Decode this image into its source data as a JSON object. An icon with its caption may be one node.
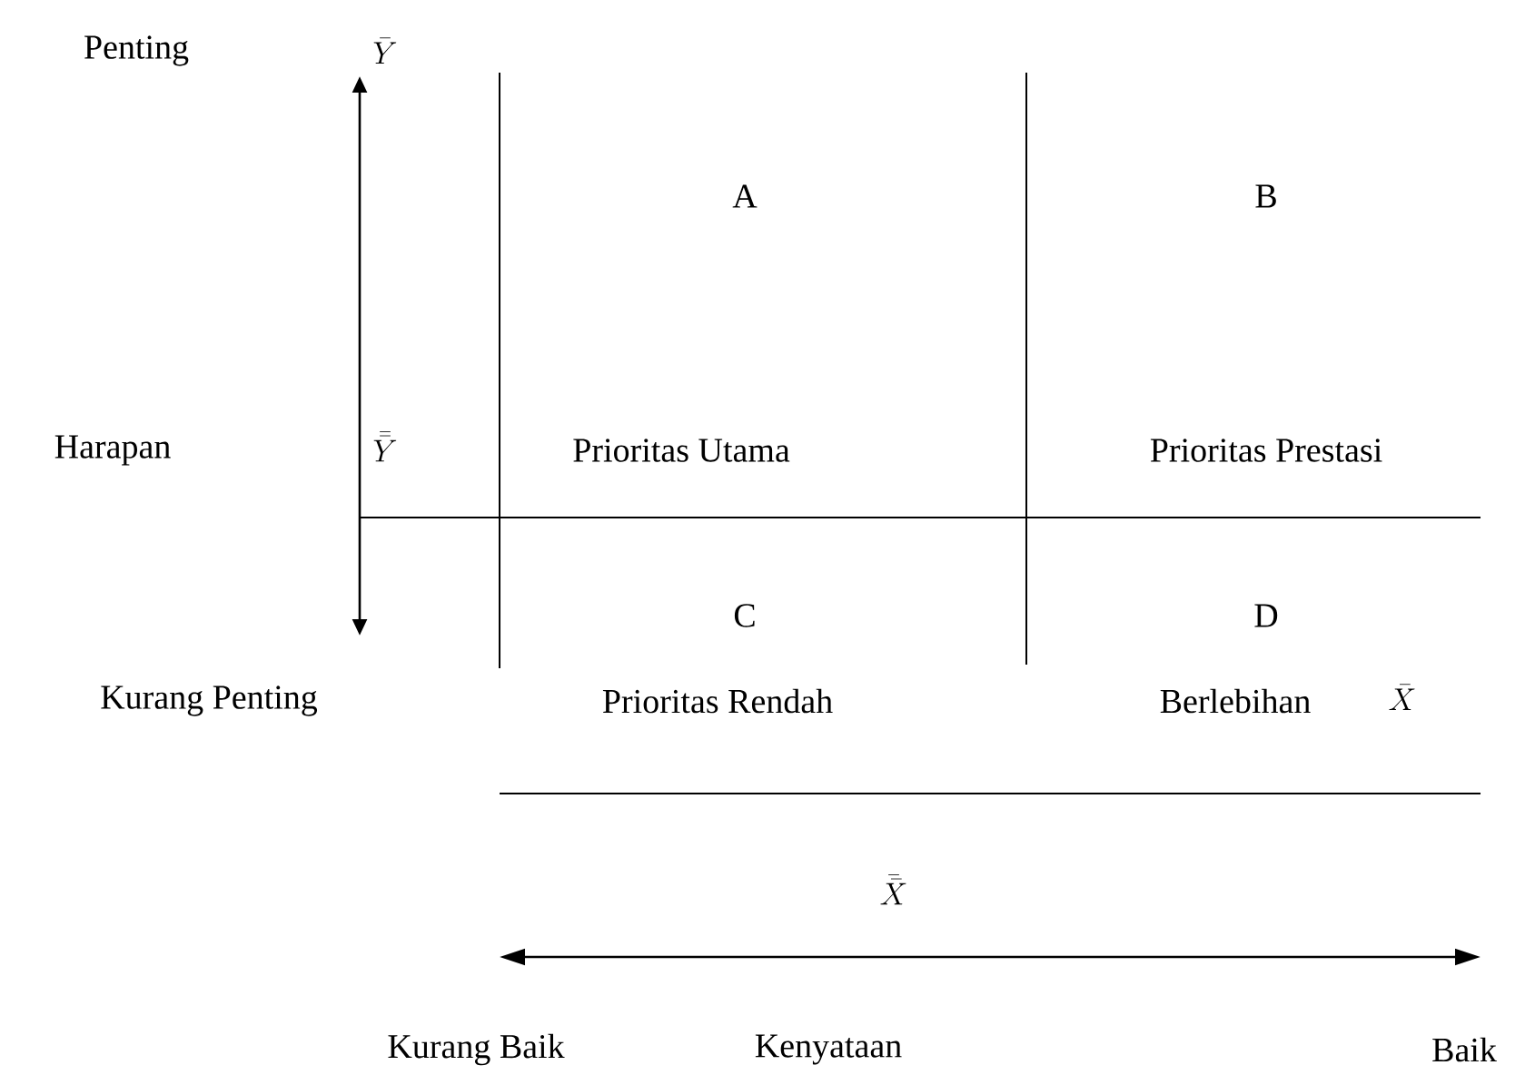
{
  "diagram": {
    "labels": [
      "Penting",
      "\\bar{Y}",
      "A",
      "B",
      "Harapan",
      "\\bar{\\bar{Y}}",
      "Prioritas Utama",
      "Prioritas Prestasi",
      "C",
      "D",
      "Kurang Penting",
      "Prioritas Rendah",
      "Berlebihan",
      "\\bar{X}",
      "\\bar{\\bar{X}}",
      "Kurang Baik",
      "Kenyataan",
      "Baik"
    ]
  }
}
